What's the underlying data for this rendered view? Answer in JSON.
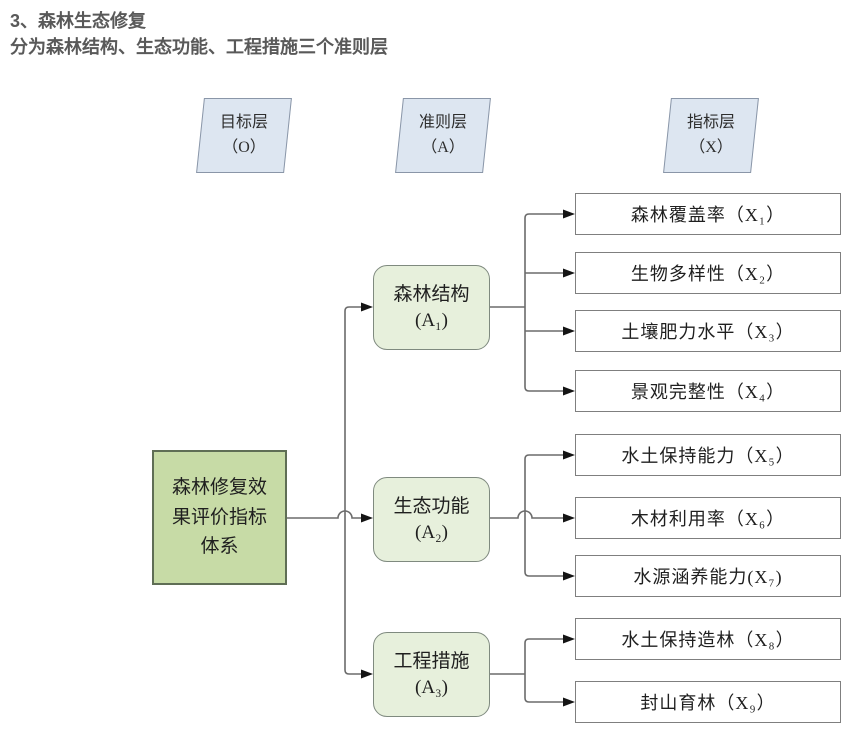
{
  "page": {
    "title": "3、森林生态修复",
    "subtitle": "分为森林结构、生态功能、工程措施三个准则层"
  },
  "layers": [
    {
      "label": "目标层",
      "sub": "（O）"
    },
    {
      "label": "准则层",
      "sub": "（A）"
    },
    {
      "label": "指标层",
      "sub": "（X）"
    }
  ],
  "goal": {
    "text": "森林修复效果评价指标体系"
  },
  "criteria": [
    {
      "label": "森林结构",
      "sub": "(A₁)"
    },
    {
      "label": "生态功能",
      "sub": "(A₂)"
    },
    {
      "label": "工程措施",
      "sub": "(A₃)"
    }
  ],
  "indicators": [
    {
      "text": "森林覆盖率（X₁）"
    },
    {
      "text": "生物多样性（X₂）"
    },
    {
      "text": "土壤肥力水平（X₃）"
    },
    {
      "text": "景观完整性（X₄）"
    },
    {
      "text": "水土保持能力（X₅）"
    },
    {
      "text": "木材利用率（X₆）"
    },
    {
      "text": "水源涵养能力(X₇)"
    },
    {
      "text": "水土保持造林（X₈）"
    },
    {
      "text": "封山育林（X₉）"
    }
  ],
  "colors": {
    "title-text": "#595959",
    "layer-fill": "#dde6f1",
    "layer-border": "#8a96a8",
    "goal-fill": "#c7dba6",
    "goal-border": "#5f6e55",
    "criterion-fill": "#e7f0dc",
    "criterion-border": "#7f8a7f",
    "indicator-border": "#7f7f7f",
    "line": "#6b6b6b",
    "arrow": "#141414",
    "box-text": "#1f1f1f"
  }
}
